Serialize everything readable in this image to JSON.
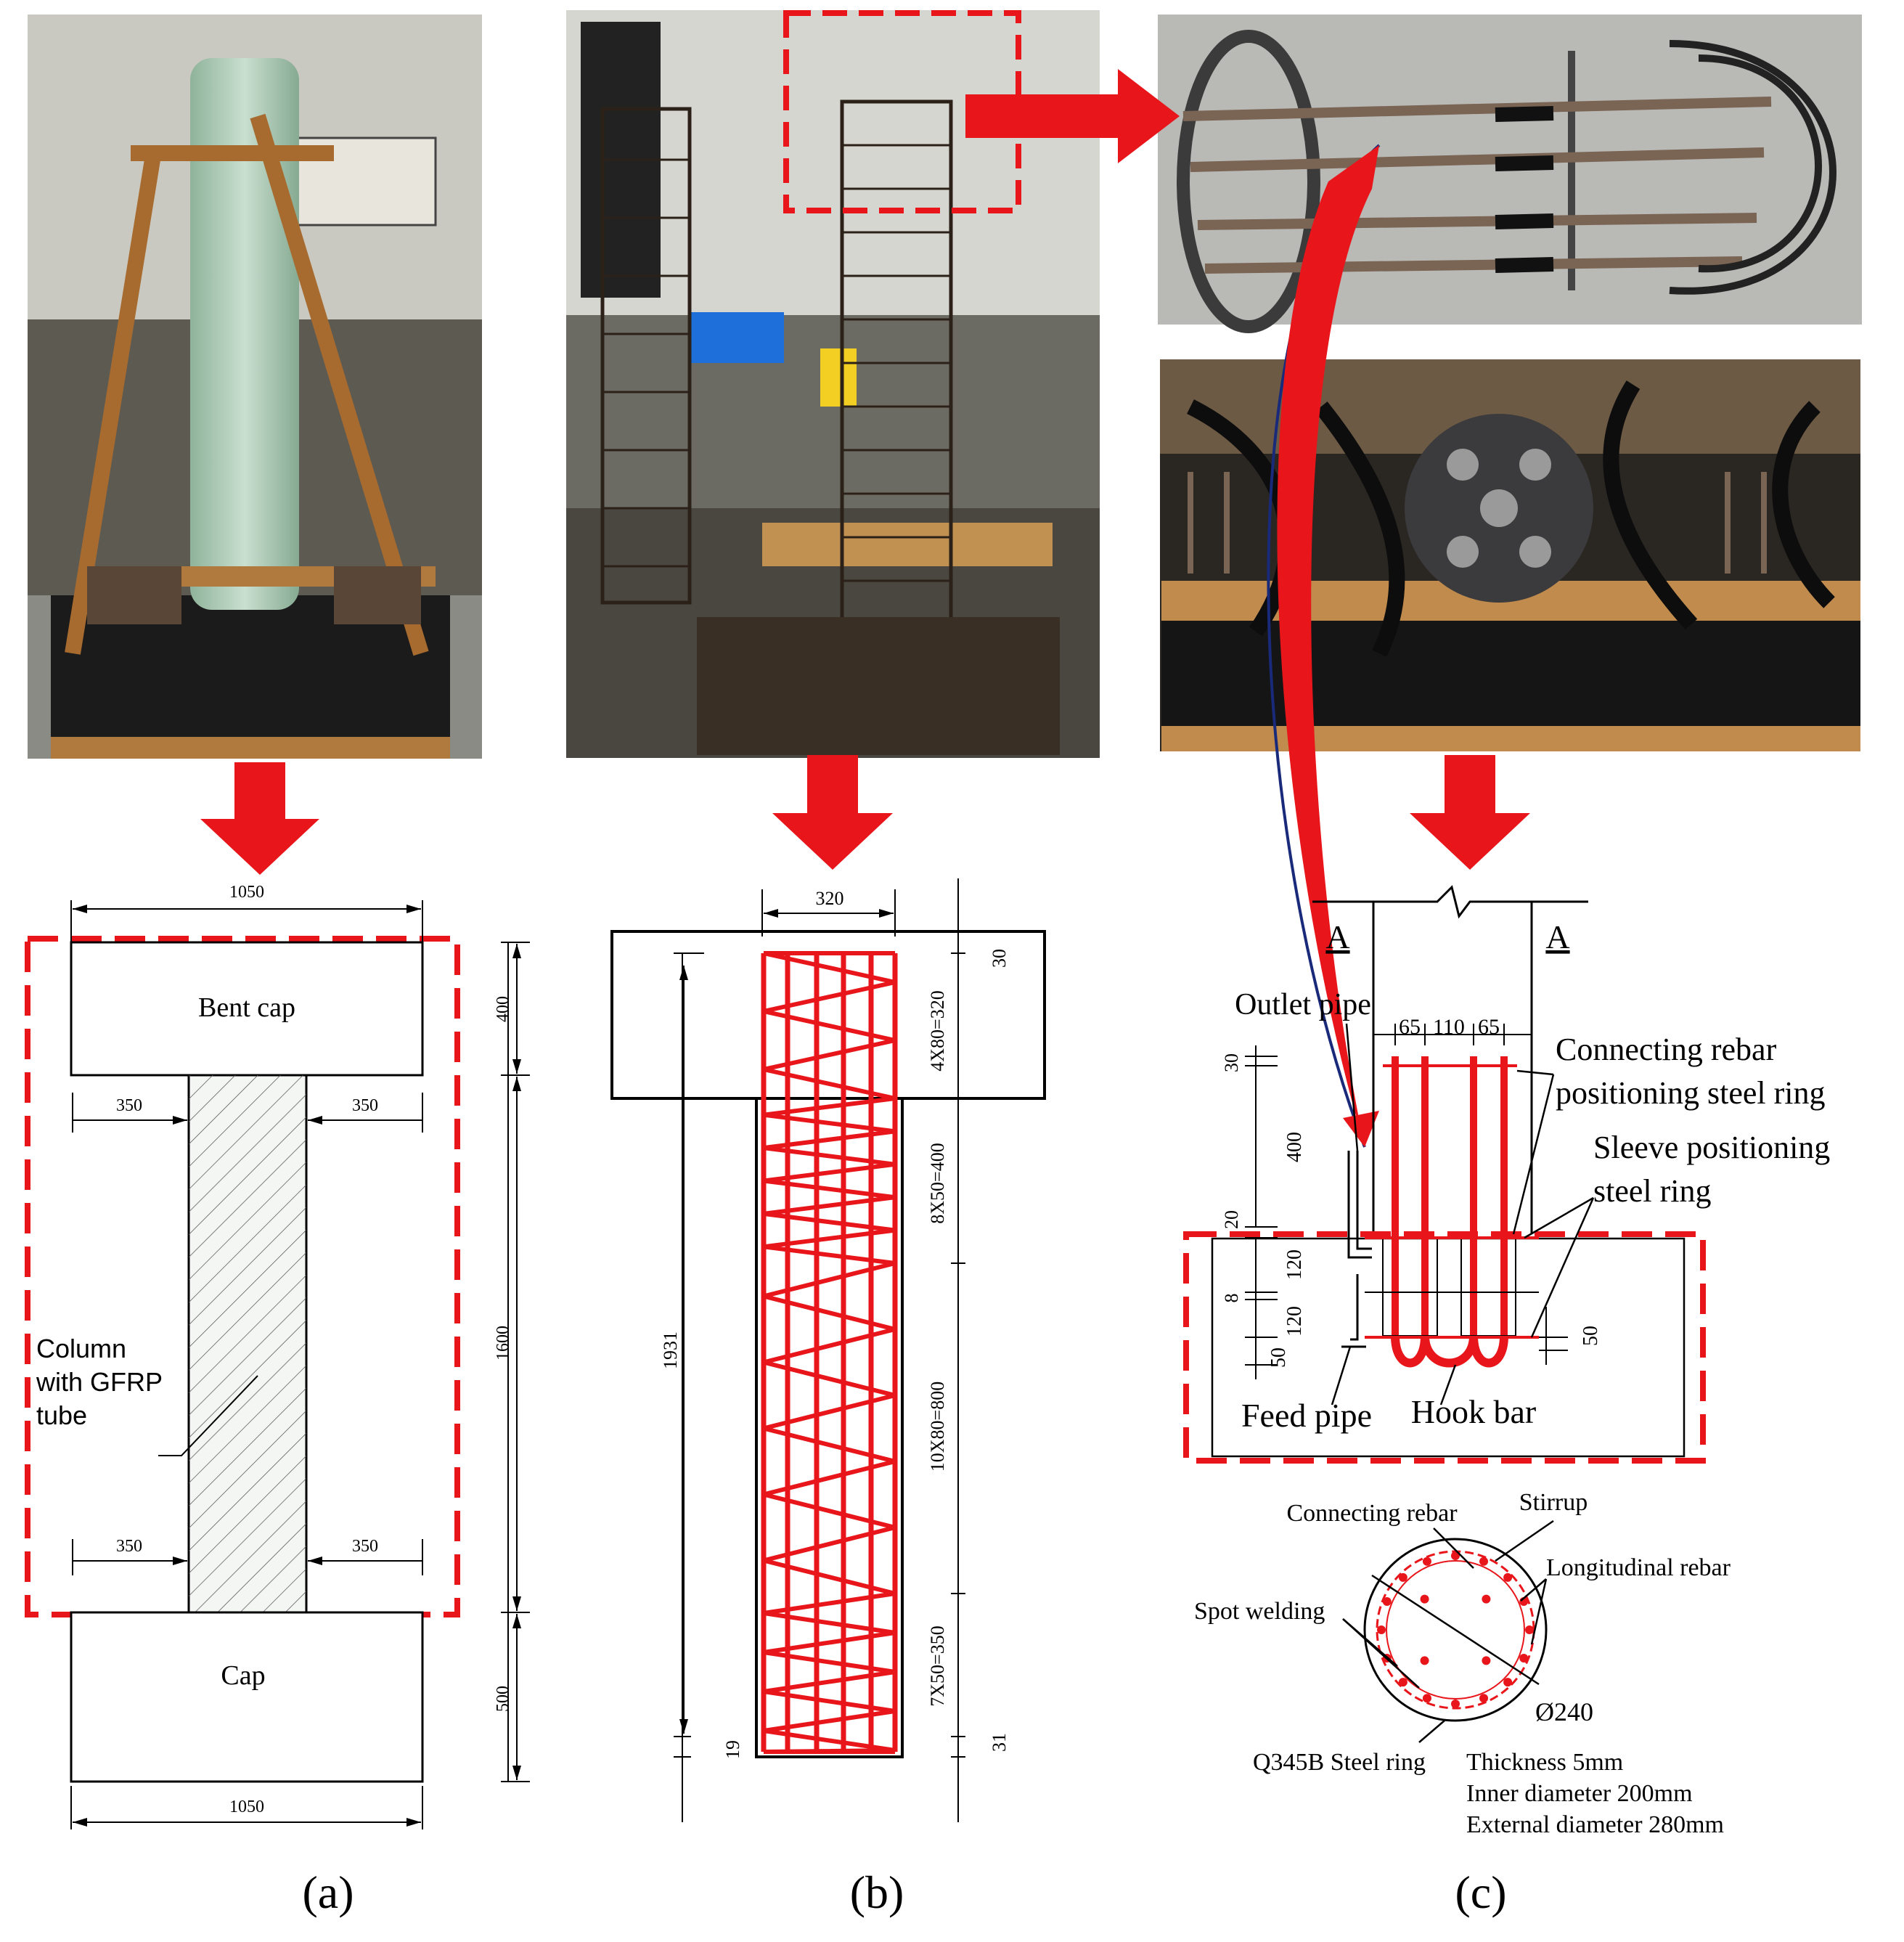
{
  "panel_a": {
    "dim_top": "1050",
    "dim_bottom": "1050",
    "bent_cap_label": "Bent cap",
    "cap_label": "Cap",
    "dim_400": "400",
    "dim_1600": "1600",
    "dim_500": "500",
    "dim_350_ul": "350",
    "dim_350_ur": "350",
    "dim_350_ll": "350",
    "dim_350_lr": "350",
    "column_label_1": "Column",
    "column_label_2": "with GFRP",
    "column_label_3": "tube",
    "caption": "(a)"
  },
  "panel_b": {
    "dim_320": "320",
    "dim_30": "30",
    "dim_4x80": "4X80=320",
    "dim_8x50": "8X50=400",
    "dim_10x80": "10X80=800",
    "dim_7x50": "7X50=350",
    "dim_31": "31",
    "dim_1931": "1931",
    "dim_19": "19",
    "caption": "(b)"
  },
  "panel_c": {
    "section_a_left": "A",
    "section_a_right": "A",
    "outlet_pipe": "Outlet pipe",
    "dim_65a": "65",
    "dim_110": "110",
    "dim_65b": "65",
    "connecting_rebar_1": "Connecting rebar",
    "connecting_rebar_2": "positioning steel ring",
    "sleeve_ring_1": "Sleeve positioning",
    "sleeve_ring_2": "steel ring",
    "dim_30": "30",
    "dim_400": "400",
    "dim_20": "20",
    "dim_120a": "120",
    "dim_8": "8",
    "dim_120b": "120",
    "dim_50a": "50",
    "dim_50b": "50",
    "feed_pipe": "Feed pipe",
    "hook_bar": "Hook bar",
    "sec_connecting_rebar": "Connecting rebar",
    "sec_stirrup": "Stirrup",
    "sec_longitudinal": "Longitudinal rebar",
    "sec_spot_welding": "Spot welding",
    "sec_diameter": "Ø240",
    "sec_steel_ring": "Q345B Steel ring",
    "sec_thickness": "Thickness 5mm",
    "sec_inner": "Inner diameter 200mm",
    "sec_external": "External diameter 280mm",
    "caption": "(c)"
  },
  "colors": {
    "accent_red": "#e8161b",
    "line": "#000000",
    "hatch": "#333333",
    "column_fill": "#f4f6f4"
  }
}
